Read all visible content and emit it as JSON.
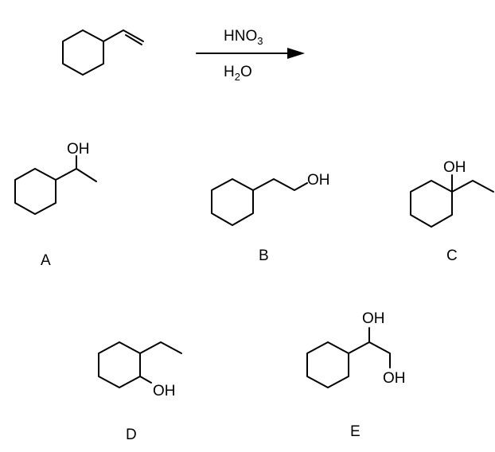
{
  "reaction": {
    "reagent_top": {
      "main": "HNO",
      "sub": "3"
    },
    "reagent_bottom": {
      "main": "H",
      "sub": "2",
      "tail": "O"
    }
  },
  "choices": [
    {
      "label": "A",
      "atoms": [
        "OH"
      ]
    },
    {
      "label": "B",
      "atoms": [
        "OH"
      ]
    },
    {
      "label": "C",
      "atoms": [
        "OH"
      ]
    },
    {
      "label": "D",
      "atoms": [
        "OH"
      ]
    },
    {
      "label": "E",
      "atoms": [
        "OH",
        "OH"
      ]
    }
  ]
}
